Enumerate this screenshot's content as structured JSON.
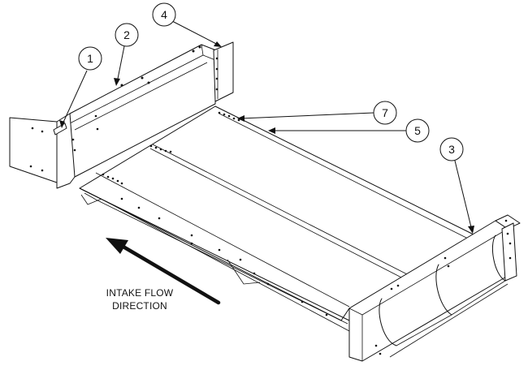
{
  "callouts": [
    {
      "id": "callout-1",
      "label": "1"
    },
    {
      "id": "callout-2",
      "label": "2"
    },
    {
      "id": "callout-3",
      "label": "3"
    },
    {
      "id": "callout-4",
      "label": "4"
    },
    {
      "id": "callout-5",
      "label": "5"
    },
    {
      "id": "callout-7",
      "label": "7"
    }
  ],
  "caption": {
    "line1": "INTAKE FLOW",
    "line2": "DIRECTION"
  },
  "icons": {
    "flow_arrow": "arrow-up-left-icon"
  }
}
